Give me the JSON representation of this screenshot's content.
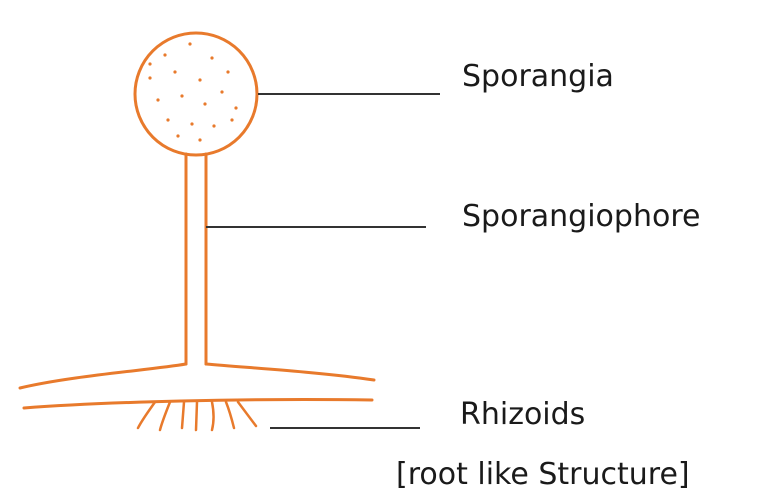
{
  "colors": {
    "organism_stroke": "#E87A2C",
    "spore_dots": "#E87A2C",
    "leader_line": "#333333",
    "label_text": "#1a1a1a",
    "background": "#ffffff"
  },
  "labels": {
    "sporangia": "Sporangia",
    "sporangiophore": "Sporangiophore",
    "rhizoids": "Rhizoids",
    "root_like": "[root like Structure]"
  }
}
